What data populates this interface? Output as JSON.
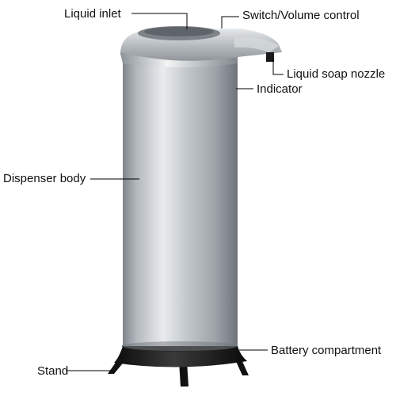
{
  "labels": {
    "liquid_inlet": "Liquid inlet",
    "switch_volume": "Switch/Volume control",
    "liquid_soap_nozzle": "Liquid soap nozzle",
    "indicator": "Indicator",
    "dispenser_body": "Dispenser body",
    "battery_compartment": "Battery compartment",
    "stand": "Stand"
  },
  "colors": {
    "leader_line": "#000000",
    "steel": "#b8bdc2",
    "base": "#1e1e1e"
  }
}
